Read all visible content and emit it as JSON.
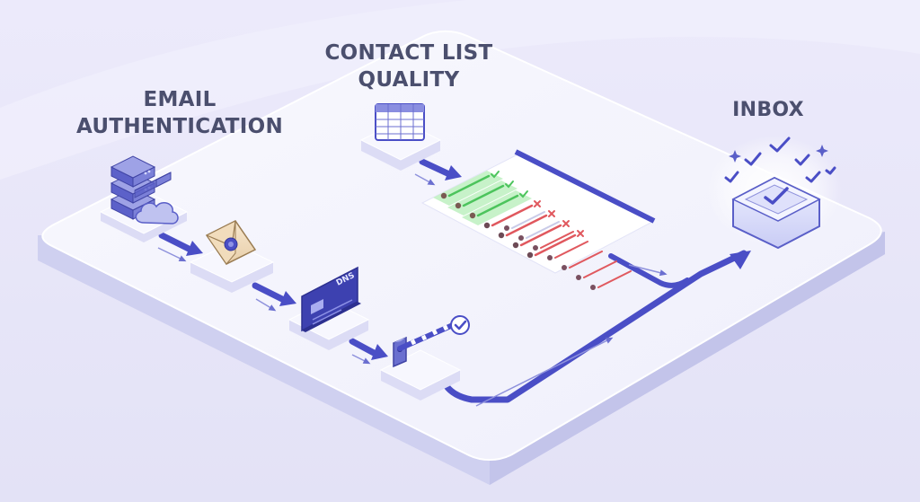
{
  "labels": {
    "email_line1": "EMAIL",
    "email_line2": "AUTHENTICATION",
    "contact_line1": "CONTACT LIST",
    "contact_line2": "QUALITY",
    "inbox": "INBOX",
    "dns": "DNS"
  },
  "colors": {
    "background": "#e9e8f8",
    "platform_top": "#f6f6fd",
    "platform_side": "#cfd0f0",
    "accent": "#4a4ec6",
    "label_text": "#4b4f6e",
    "valid_green": "#4cc45c",
    "invalid_red": "#e0585e"
  },
  "icons": [
    "server-stack-icon",
    "cloud-icon",
    "sealed-envelope-icon",
    "dns-card-icon",
    "gate-barrier-icon",
    "checkmark-icon",
    "spreadsheet-icon",
    "contact-list-panel",
    "inbox-tray-icon",
    "sparkle-icon"
  ],
  "contact_rows": [
    {
      "status": "valid"
    },
    {
      "status": "valid"
    },
    {
      "status": "valid"
    },
    {
      "status": "invalid"
    },
    {
      "status": "invalid"
    },
    {
      "status": "invalid"
    },
    {
      "status": "invalid"
    }
  ]
}
